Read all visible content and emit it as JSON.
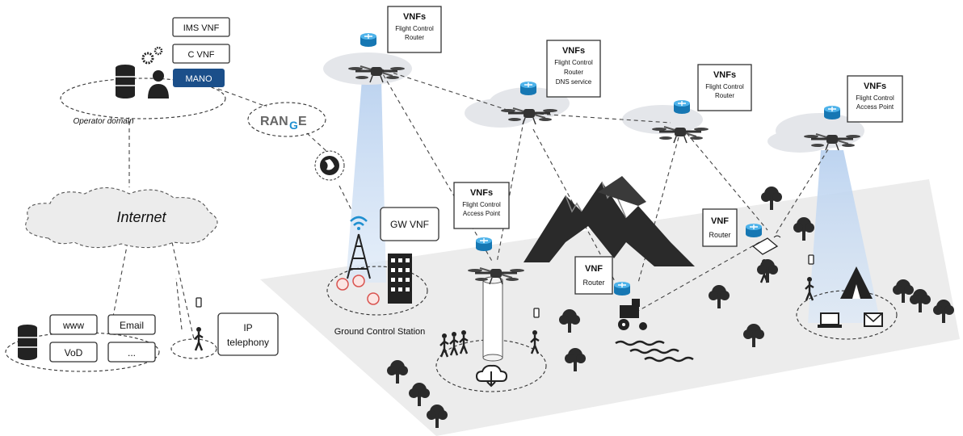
{
  "operator": {
    "ims_vnf": "IMS VNF",
    "c_vnf": "C VNF",
    "mano": "MANO",
    "domain_label": "Operator domain"
  },
  "range_logo": {
    "pre": "RAN",
    "g": "G",
    "e": "E"
  },
  "internet": {
    "label": "Internet"
  },
  "services": {
    "www": "www",
    "email": "Email",
    "vod": "VoD",
    "more": "..."
  },
  "ip_telephony": {
    "line1": "IP",
    "line2": "telephony"
  },
  "gw_vnf": "GW VNF",
  "ground_control_station": "Ground Control Station",
  "drones": [
    {
      "title": "VNFs",
      "lines": [
        "Flight Control",
        "Router"
      ]
    },
    {
      "title": "VNFs",
      "lines": [
        "Flight Control",
        "Router",
        "DNS service"
      ]
    },
    {
      "title": "VNFs",
      "lines": [
        "Flight Control",
        "Router"
      ]
    },
    {
      "title": "VNFs",
      "lines": [
        "Flight Control",
        "Access Point"
      ]
    },
    {
      "title": "VNFs",
      "lines": [
        "Flight Control",
        "Access Point"
      ]
    }
  ],
  "ground_vnfs": [
    {
      "title": "VNF",
      "lines": [
        "Router"
      ]
    },
    {
      "title": "VNF",
      "lines": [
        "Router"
      ]
    }
  ],
  "colors": {
    "router_blue": "#1f8fd0",
    "beam_blue": "#c9dcf2",
    "mano_fill": "#1b4f8a",
    "ground": "#ebebeb",
    "cloud": "#e4e6ea",
    "router_red": "#d9534f"
  }
}
